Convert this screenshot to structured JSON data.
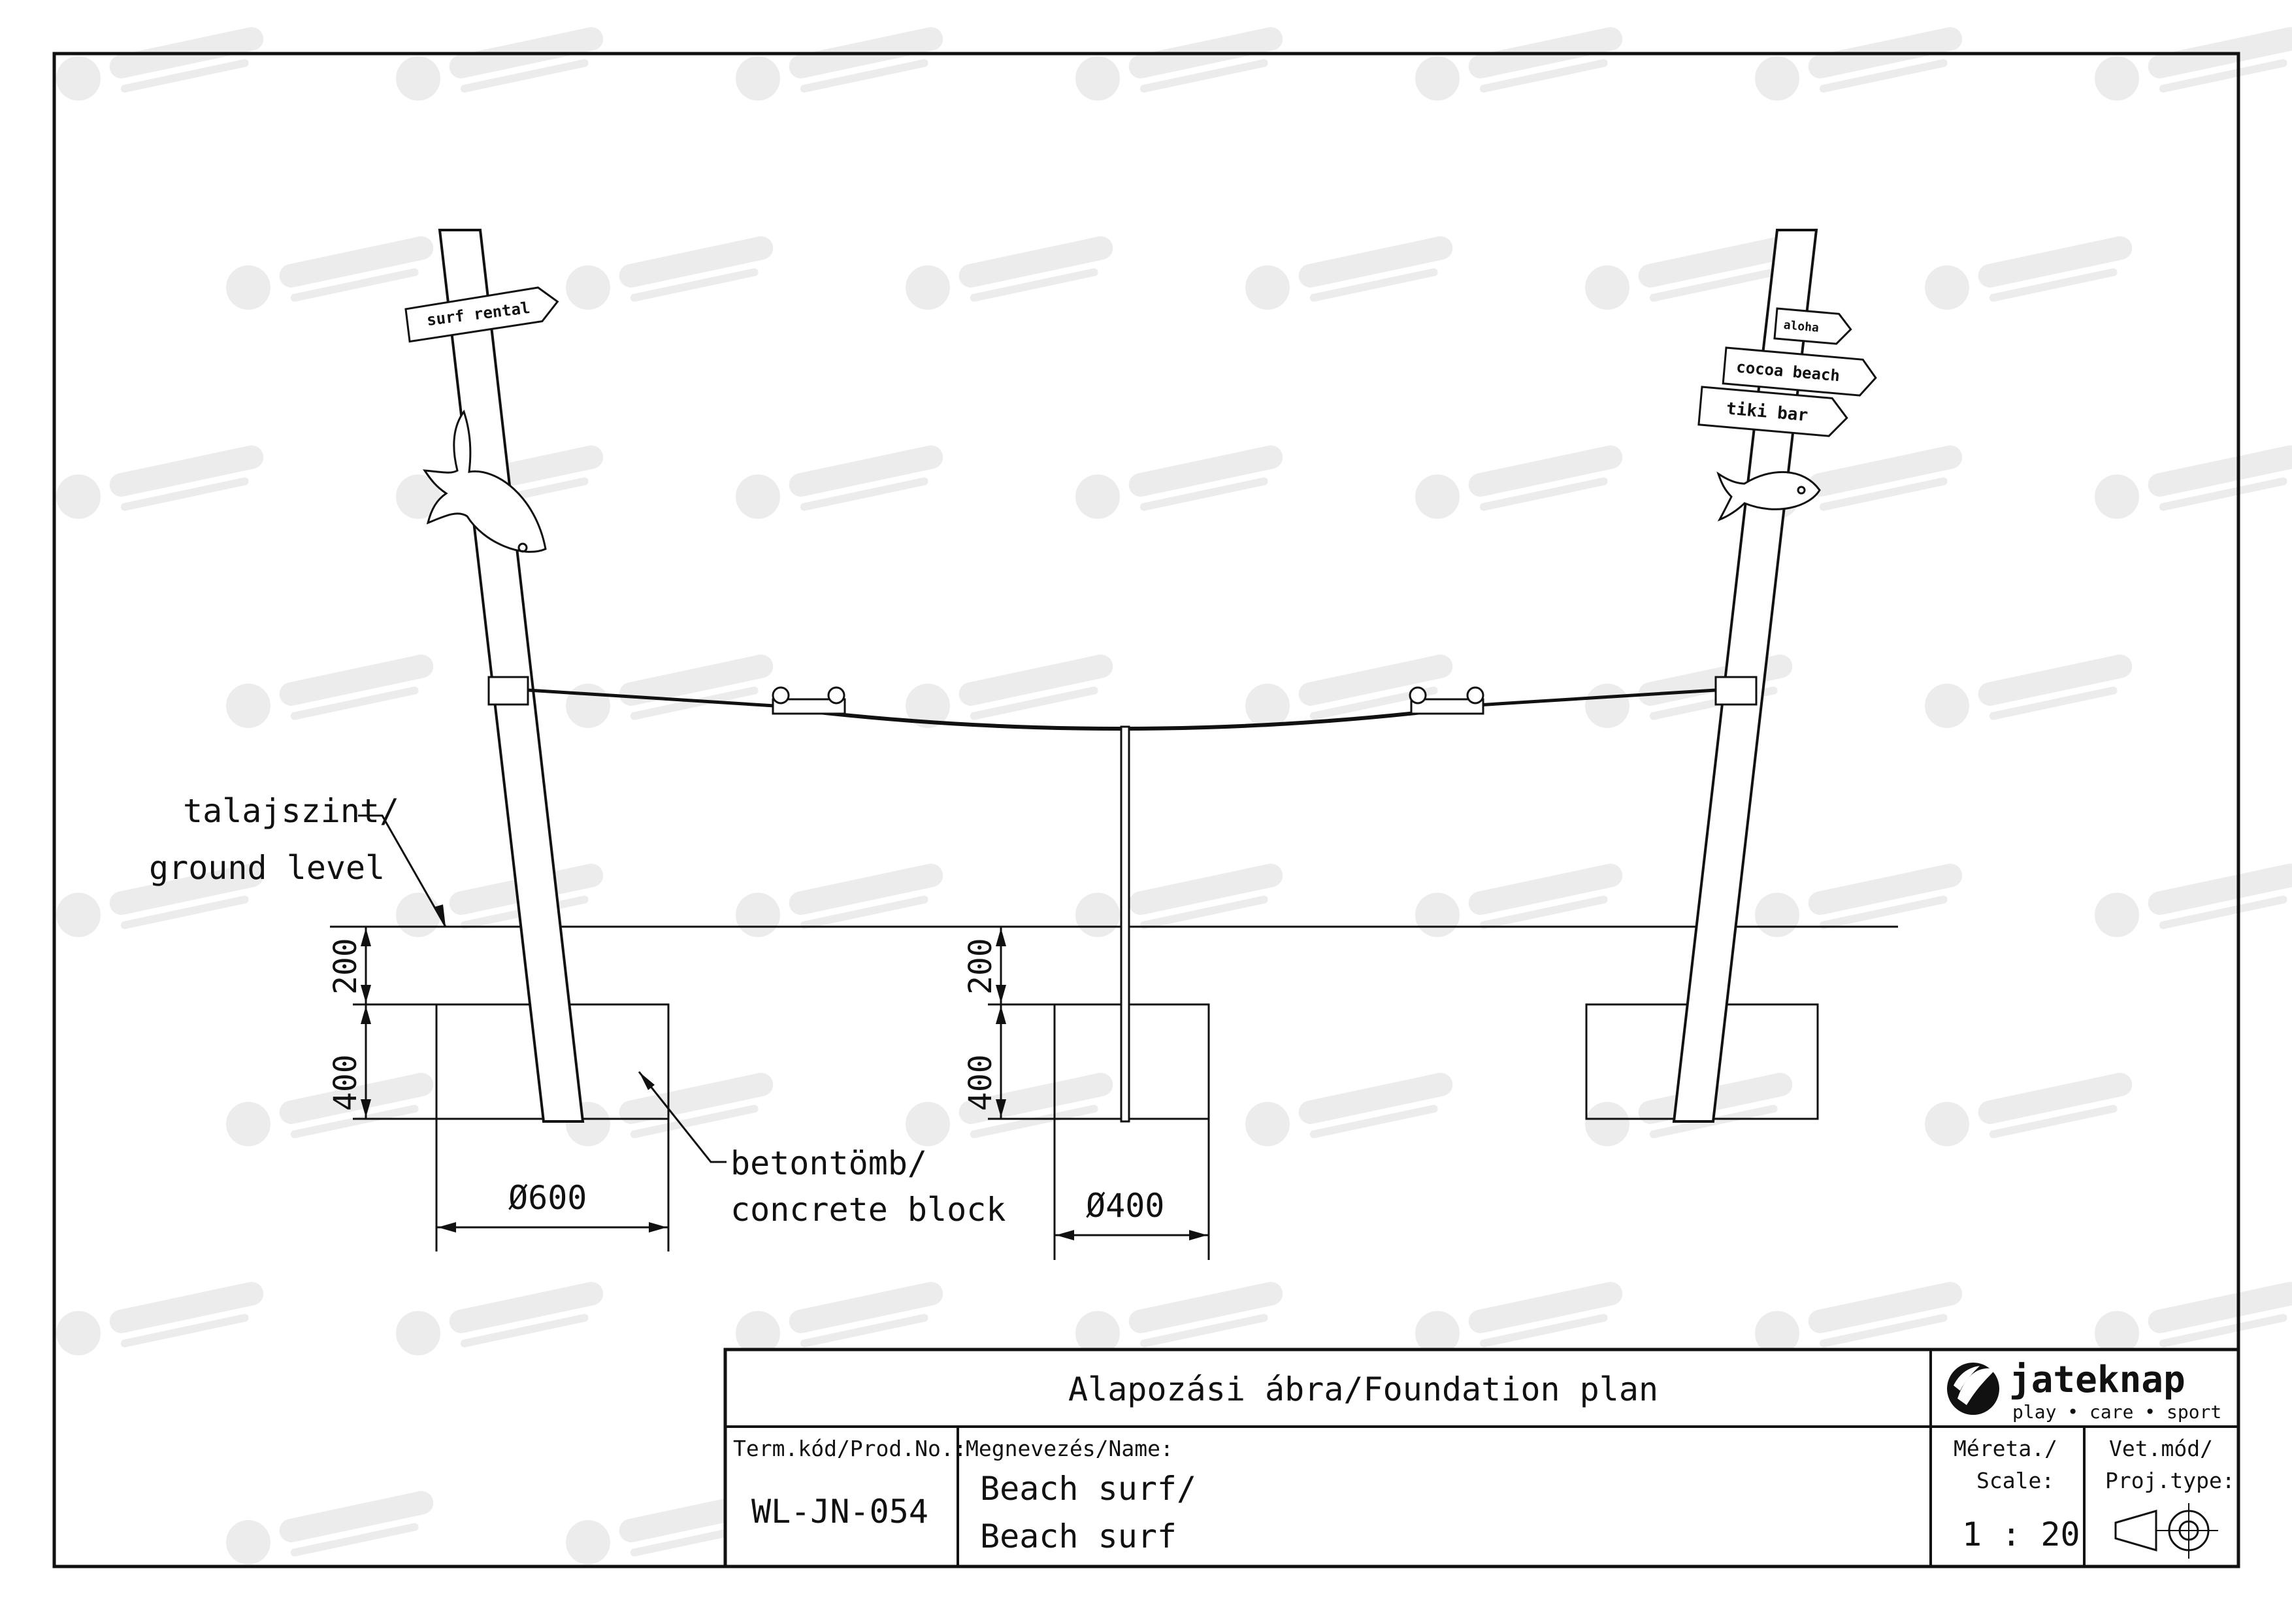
{
  "labels": {
    "ground_level_hu": "talajszint/",
    "ground_level_en": "ground level",
    "concrete_hu": "betontömb/",
    "concrete_en": "concrete block"
  },
  "dimensions": {
    "left_depth_top": "200",
    "left_depth_bottom": "400",
    "left_diameter": "Ø600",
    "center_depth_top": "200",
    "center_depth_bottom": "400",
    "center_diameter": "Ø400"
  },
  "signs": {
    "left": "surf rental",
    "right_top": "aloha",
    "right_middle": "cocoa beach",
    "right_bottom": "tiki bar"
  },
  "title_block": {
    "title": "Alapozási ábra/Foundation plan",
    "prod_no_label": "Term.kód/Prod.No.:",
    "prod_no": "WL-JN-054",
    "name_label": "Megnevezés/Name:",
    "name_line1": "Beach surf/",
    "name_line2": "Beach surf",
    "scale_label1": "Méreta./",
    "scale_label2": "Scale:",
    "scale_value": "1 : 20",
    "proj_label1": "Vet.mód/",
    "proj_label2": "Proj.type:",
    "logo_name": "jateknap",
    "logo_tagline": "play • care • sport"
  },
  "colors": {
    "line": "#111111",
    "watermark": "#c8c8c8"
  },
  "icons": {
    "logo": "jateknap-leaf-logo-icon",
    "projection": "first-angle-projection-icon"
  }
}
